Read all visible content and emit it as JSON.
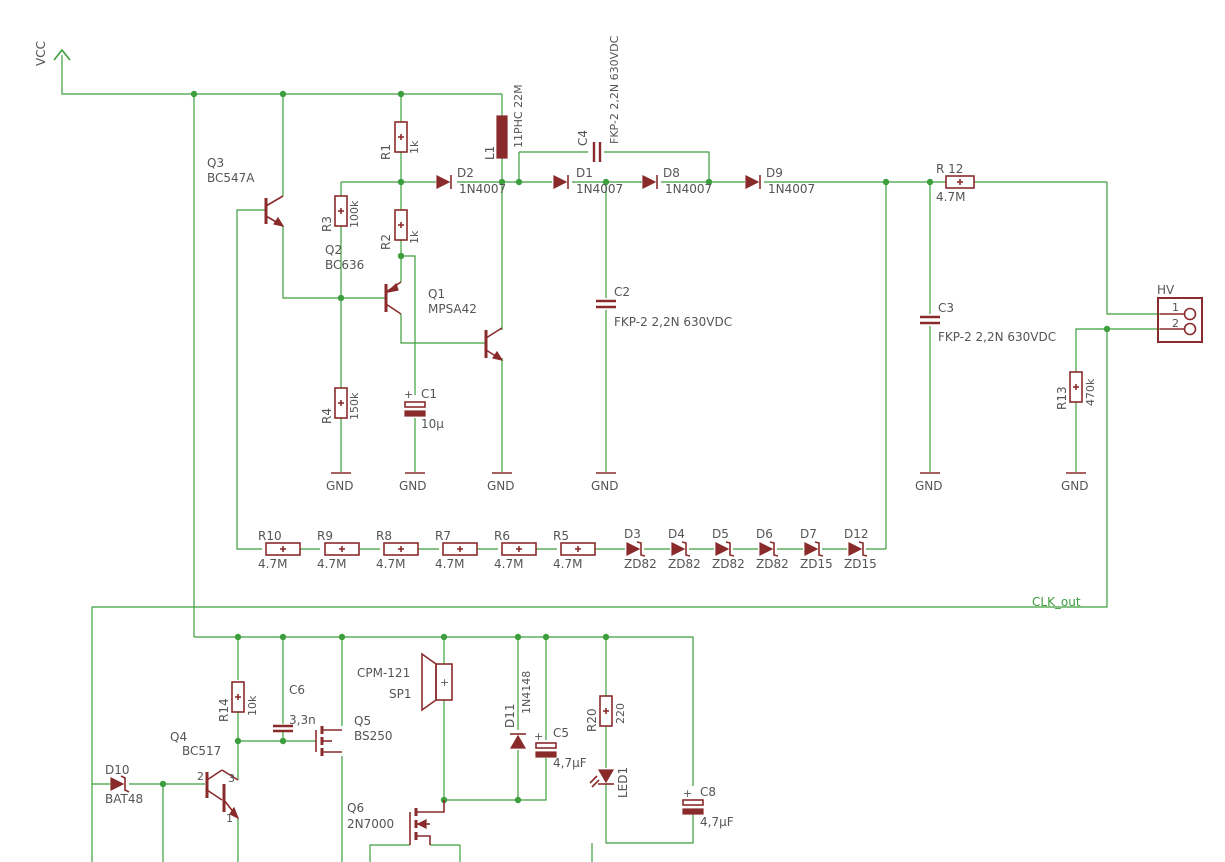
{
  "power": {
    "vcc": "VCC",
    "gnd": "GND"
  },
  "net": {
    "clk_out": "CLK_out"
  },
  "resistors": {
    "R1": {
      "name": "R1",
      "value": "1k"
    },
    "R2": {
      "name": "R2",
      "value": "1k"
    },
    "R3": {
      "name": "R3",
      "value": "100k"
    },
    "R4": {
      "name": "R4",
      "value": "150k"
    },
    "R5": {
      "name": "R5",
      "value": "4.7M"
    },
    "R6": {
      "name": "R6",
      "value": "4.7M"
    },
    "R7": {
      "name": "R7",
      "value": "4.7M"
    },
    "R8": {
      "name": "R8",
      "value": "4.7M"
    },
    "R9": {
      "name": "R9",
      "value": "4.7M"
    },
    "R10": {
      "name": "R10",
      "value": "4.7M"
    },
    "R12": {
      "name": "R 12",
      "value": "4.7M"
    },
    "R13": {
      "name": "R13",
      "value": "470k"
    },
    "R14": {
      "name": "R14",
      "value": "10k"
    },
    "R20": {
      "name": "R20",
      "value": "220"
    }
  },
  "capacitors": {
    "C1": {
      "name": "C1",
      "value": "10µ"
    },
    "C2": {
      "name": "C2",
      "value": "FKP-2 2,2N 630VDC"
    },
    "C3": {
      "name": "C3",
      "value": "FKP-2 2,2N 630VDC"
    },
    "C4": {
      "name": "C4",
      "value": "FKP-2 2,2N 630VDC"
    },
    "C5": {
      "name": "C5",
      "value": "4,7µF"
    },
    "C6": {
      "name": "C6",
      "value": "3,3n"
    },
    "C8": {
      "name": "C8",
      "value": "4,7µF"
    }
  },
  "diodes": {
    "D1": {
      "name": "D1",
      "value": "1N4007"
    },
    "D2": {
      "name": "D2",
      "value": "1N4007"
    },
    "D8": {
      "name": "D8",
      "value": "1N4007"
    },
    "D9": {
      "name": "D9",
      "value": "1N4007"
    },
    "D10": {
      "name": "D10",
      "value": "BAT48"
    },
    "D11": {
      "name": "D11",
      "value": "1N4148"
    },
    "D3": {
      "name": "D3",
      "value": "ZD82"
    },
    "D4": {
      "name": "D4",
      "value": "ZD82"
    },
    "D5": {
      "name": "D5",
      "value": "ZD82"
    },
    "D6": {
      "name": "D6",
      "value": "ZD82"
    },
    "D7": {
      "name": "D7",
      "value": "ZD15"
    },
    "D12": {
      "name": "D12",
      "value": "ZD15"
    }
  },
  "transistors": {
    "Q1": {
      "name": "Q1",
      "value": "MPSA42"
    },
    "Q2": {
      "name": "Q2",
      "value": "BC636"
    },
    "Q3": {
      "name": "Q3",
      "value": "BC547A"
    },
    "Q4": {
      "name": "Q4",
      "value": "BC517"
    },
    "Q5": {
      "name": "Q5",
      "value": "BS250"
    },
    "Q6": {
      "name": "Q6",
      "value": "2N7000"
    }
  },
  "inductor": {
    "name": "L1",
    "value": "11PHC 22M"
  },
  "speaker": {
    "name": "SP1",
    "value": "CPM-121"
  },
  "led": {
    "name": "LED1"
  },
  "connector": {
    "name": "HV",
    "pin1": "1",
    "pin2": "2"
  },
  "pins": {
    "q4_b": "2",
    "q4_c": "3",
    "q4_e": "1"
  }
}
